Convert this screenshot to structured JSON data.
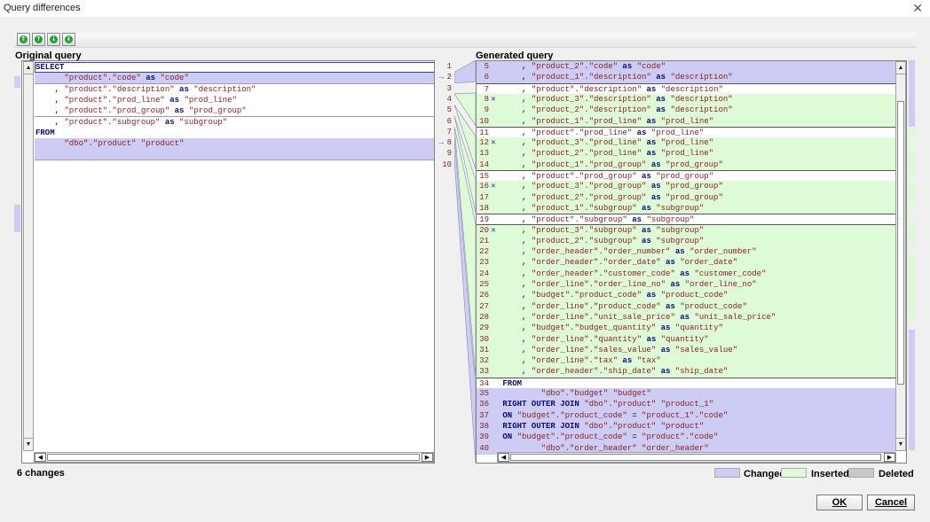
{
  "window": {
    "title": "Query differences",
    "close_glyph": "✕"
  },
  "toolbar": {
    "buttons": [
      {
        "name": "first-diff-button",
        "glyph": "⇑"
      },
      {
        "name": "prev-diff-button",
        "glyph": "↑"
      },
      {
        "name": "next-diff-button",
        "glyph": "↓"
      },
      {
        "name": "last-diff-button",
        "glyph": "⇓"
      }
    ]
  },
  "left": {
    "label": "Original query",
    "lines": [
      {
        "n": "1",
        "state": "same",
        "parts": [
          [
            "kw",
            "SELECT"
          ]
        ]
      },
      {
        "n": "2",
        "state": "changed",
        "arrow": "→",
        "parts": [
          [
            "t",
            "      "
          ],
          [
            "sq",
            "\"product\".\"code\""
          ],
          [
            "kw",
            " as "
          ],
          [
            "sq",
            "\"code\""
          ]
        ]
      },
      {
        "n": "3",
        "state": "same",
        "parts": [
          [
            "t",
            "    , "
          ],
          [
            "sq",
            "\"product\".\"description\""
          ],
          [
            "kw",
            " as "
          ],
          [
            "sq",
            "\"description\""
          ]
        ]
      },
      {
        "n": "4",
        "state": "same",
        "parts": [
          [
            "t",
            "    , "
          ],
          [
            "sq",
            "\"product\".\"prod_line\""
          ],
          [
            "kw",
            " as "
          ],
          [
            "sq",
            "\"prod_line\""
          ]
        ]
      },
      {
        "n": "5",
        "state": "same",
        "parts": [
          [
            "t",
            "    , "
          ],
          [
            "sq",
            "\"product\".\"prod_group\""
          ],
          [
            "kw",
            " as "
          ],
          [
            "sq",
            "\"prod_group\""
          ]
        ]
      },
      {
        "n": "6",
        "state": "same",
        "parts": [
          [
            "t",
            "    , "
          ],
          [
            "sq",
            "\"product\".\"subgroup\""
          ],
          [
            "kw",
            " as "
          ],
          [
            "sq",
            "\"subgroup\""
          ]
        ]
      },
      {
        "n": "7",
        "state": "same",
        "parts": [
          [
            "kw",
            "FROM"
          ]
        ]
      },
      {
        "n": "8",
        "state": "changed",
        "arrow": "→",
        "parts": [
          [
            "t",
            "      "
          ],
          [
            "sq",
            "\"dbo\".\"product\" \"product\""
          ]
        ]
      },
      {
        "n": "9",
        "state": "changed",
        "parts": []
      },
      {
        "n": "10",
        "state": "none",
        "parts": []
      }
    ]
  },
  "right": {
    "label": "Generated query",
    "lines": [
      {
        "n": "5",
        "state": "changed",
        "parts": [
          [
            "t",
            "    , "
          ],
          [
            "sq",
            "\"product_2\".\"code\""
          ],
          [
            "kw",
            " as "
          ],
          [
            "sq",
            "\"code\""
          ]
        ]
      },
      {
        "n": "6",
        "state": "changed",
        "parts": [
          [
            "t",
            "    , "
          ],
          [
            "sq",
            "\"product_1\".\"description\""
          ],
          [
            "kw",
            " as "
          ],
          [
            "sq",
            "\"description\""
          ]
        ]
      },
      {
        "n": "7",
        "state": "same",
        "parts": [
          [
            "t",
            "    , "
          ],
          [
            "sq",
            "\"product\".\"description\""
          ],
          [
            "kw",
            " as "
          ],
          [
            "sq",
            "\"description\""
          ]
        ]
      },
      {
        "n": "8",
        "x": "✕",
        "state": "inserted",
        "parts": [
          [
            "t",
            "    , "
          ],
          [
            "sq",
            "\"product_3\".\"description\""
          ],
          [
            "kw",
            " as "
          ],
          [
            "sq",
            "\"description\""
          ]
        ]
      },
      {
        "n": "9",
        "state": "inserted",
        "parts": [
          [
            "t",
            "    , "
          ],
          [
            "sq",
            "\"product_2\".\"description\""
          ],
          [
            "kw",
            " as "
          ],
          [
            "sq",
            "\"description\""
          ]
        ]
      },
      {
        "n": "10",
        "state": "inserted",
        "parts": [
          [
            "t",
            "    , "
          ],
          [
            "sq",
            "\"product_1\".\"prod_line\""
          ],
          [
            "kw",
            " as "
          ],
          [
            "sq",
            "\"prod_line\""
          ]
        ]
      },
      {
        "n": "11",
        "state": "same",
        "parts": [
          [
            "t",
            "    , "
          ],
          [
            "sq",
            "\"product\".\"prod_line\""
          ],
          [
            "kw",
            " as "
          ],
          [
            "sq",
            "\"prod_line\""
          ]
        ]
      },
      {
        "n": "12",
        "x": "✕",
        "state": "inserted",
        "parts": [
          [
            "t",
            "    , "
          ],
          [
            "sq",
            "\"product_3\".\"prod_line\""
          ],
          [
            "kw",
            " as "
          ],
          [
            "sq",
            "\"prod_line\""
          ]
        ]
      },
      {
        "n": "13",
        "state": "inserted",
        "parts": [
          [
            "t",
            "    , "
          ],
          [
            "sq",
            "\"product_2\".\"prod_line\""
          ],
          [
            "kw",
            " as "
          ],
          [
            "sq",
            "\"prod_line\""
          ]
        ]
      },
      {
        "n": "14",
        "state": "inserted",
        "parts": [
          [
            "t",
            "    , "
          ],
          [
            "sq",
            "\"product_1\".\"prod_group\""
          ],
          [
            "kw",
            " as "
          ],
          [
            "sq",
            "\"prod_group\""
          ]
        ]
      },
      {
        "n": "15",
        "state": "same",
        "parts": [
          [
            "t",
            "    , "
          ],
          [
            "sq",
            "\"product\".\"prod_group\""
          ],
          [
            "kw",
            " as "
          ],
          [
            "sq",
            "\"prod_group\""
          ]
        ]
      },
      {
        "n": "16",
        "x": "✕",
        "state": "inserted",
        "parts": [
          [
            "t",
            "    , "
          ],
          [
            "sq",
            "\"product_3\".\"prod_group\""
          ],
          [
            "kw",
            " as "
          ],
          [
            "sq",
            "\"prod_group\""
          ]
        ]
      },
      {
        "n": "17",
        "state": "inserted",
        "parts": [
          [
            "t",
            "    , "
          ],
          [
            "sq",
            "\"product_2\".\"prod_group\""
          ],
          [
            "kw",
            " as "
          ],
          [
            "sq",
            "\"prod_group\""
          ]
        ]
      },
      {
        "n": "18",
        "state": "inserted",
        "parts": [
          [
            "t",
            "    , "
          ],
          [
            "sq",
            "\"product_1\".\"subgroup\""
          ],
          [
            "kw",
            " as "
          ],
          [
            "sq",
            "\"subgroup\""
          ]
        ]
      },
      {
        "n": "19",
        "state": "same",
        "parts": [
          [
            "t",
            "    , "
          ],
          [
            "sq",
            "\"product\".\"subgroup\""
          ],
          [
            "kw",
            " as "
          ],
          [
            "sq",
            "\"subgroup\""
          ]
        ]
      },
      {
        "n": "20",
        "x": "✕",
        "state": "inserted",
        "parts": [
          [
            "t",
            "    , "
          ],
          [
            "sq",
            "\"product_3\".\"subgroup\""
          ],
          [
            "kw",
            " as "
          ],
          [
            "sq",
            "\"subgroup\""
          ]
        ]
      },
      {
        "n": "21",
        "state": "inserted",
        "parts": [
          [
            "t",
            "    , "
          ],
          [
            "sq",
            "\"product_2\".\"subgroup\""
          ],
          [
            "kw",
            " as "
          ],
          [
            "sq",
            "\"subgroup\""
          ]
        ]
      },
      {
        "n": "22",
        "state": "inserted",
        "parts": [
          [
            "t",
            "    , "
          ],
          [
            "sq",
            "\"order_header\".\"order_number\""
          ],
          [
            "kw",
            " as "
          ],
          [
            "sq",
            "\"order_number\""
          ]
        ]
      },
      {
        "n": "23",
        "state": "inserted",
        "parts": [
          [
            "t",
            "    , "
          ],
          [
            "sq",
            "\"order_header\".\"order_date\""
          ],
          [
            "kw",
            " as "
          ],
          [
            "sq",
            "\"order_date\""
          ]
        ]
      },
      {
        "n": "24",
        "state": "inserted",
        "parts": [
          [
            "t",
            "    , "
          ],
          [
            "sq",
            "\"order_header\".\"customer_code\""
          ],
          [
            "kw",
            " as "
          ],
          [
            "sq",
            "\"customer_code\""
          ]
        ]
      },
      {
        "n": "25",
        "state": "inserted",
        "parts": [
          [
            "t",
            "    , "
          ],
          [
            "sq",
            "\"order_line\".\"order_line_no\""
          ],
          [
            "kw",
            " as "
          ],
          [
            "sq",
            "\"order_line_no\""
          ]
        ]
      },
      {
        "n": "26",
        "state": "inserted",
        "parts": [
          [
            "t",
            "    , "
          ],
          [
            "sq",
            "\"budget\".\"product_code\""
          ],
          [
            "kw",
            " as "
          ],
          [
            "sq",
            "\"product_code\""
          ]
        ]
      },
      {
        "n": "27",
        "state": "inserted",
        "parts": [
          [
            "t",
            "    , "
          ],
          [
            "sq",
            "\"order_line\".\"product_code\""
          ],
          [
            "kw",
            " as "
          ],
          [
            "sq",
            "\"product_code\""
          ]
        ]
      },
      {
        "n": "28",
        "state": "inserted",
        "parts": [
          [
            "t",
            "    , "
          ],
          [
            "sq",
            "\"order_line\".\"unit_sale_price\""
          ],
          [
            "kw",
            " as "
          ],
          [
            "sq",
            "\"unit_sale_price\""
          ]
        ]
      },
      {
        "n": "29",
        "state": "inserted",
        "parts": [
          [
            "t",
            "    , "
          ],
          [
            "sq",
            "\"budget\".\"budget_quantity\""
          ],
          [
            "kw",
            " as "
          ],
          [
            "sq",
            "\"quantity\""
          ]
        ]
      },
      {
        "n": "30",
        "state": "inserted",
        "parts": [
          [
            "t",
            "    , "
          ],
          [
            "sq",
            "\"order_line\".\"quantity\""
          ],
          [
            "kw",
            " as "
          ],
          [
            "sq",
            "\"quantity\""
          ]
        ]
      },
      {
        "n": "31",
        "state": "inserted",
        "parts": [
          [
            "t",
            "    , "
          ],
          [
            "sq",
            "\"order_line\".\"sales_value\""
          ],
          [
            "kw",
            " as "
          ],
          [
            "sq",
            "\"sales_value\""
          ]
        ]
      },
      {
        "n": "32",
        "state": "inserted",
        "parts": [
          [
            "t",
            "    , "
          ],
          [
            "sq",
            "\"order_line\".\"tax\""
          ],
          [
            "kw",
            " as "
          ],
          [
            "sq",
            "\"tax\""
          ]
        ]
      },
      {
        "n": "33",
        "state": "inserted",
        "parts": [
          [
            "t",
            "    , "
          ],
          [
            "sq",
            "\"order_header\".\"ship_date\""
          ],
          [
            "kw",
            " as "
          ],
          [
            "sq",
            "\"ship_date\""
          ]
        ]
      },
      {
        "n": "34",
        "state": "same",
        "parts": [
          [
            "kw",
            "FROM"
          ]
        ]
      },
      {
        "n": "35",
        "state": "changed",
        "parts": [
          [
            "t",
            "        "
          ],
          [
            "sq",
            "\"dbo\".\"budget\" \"budget\""
          ]
        ]
      },
      {
        "n": "36",
        "state": "changed",
        "parts": [
          [
            "kw",
            "RIGHT OUTER JOIN "
          ],
          [
            "sq",
            "\"dbo\".\"product\" \"product_1\""
          ]
        ]
      },
      {
        "n": "37",
        "state": "changed",
        "parts": [
          [
            "kw",
            "ON "
          ],
          [
            "sq",
            "\"budget\".\"product_code\""
          ],
          [
            "t",
            " = "
          ],
          [
            "sq",
            "\"product_1\".\"code\""
          ]
        ]
      },
      {
        "n": "38",
        "state": "changed",
        "parts": [
          [
            "kw",
            "RIGHT OUTER JOIN "
          ],
          [
            "sq",
            "\"dbo\".\"product\" \"product\""
          ]
        ]
      },
      {
        "n": "39",
        "state": "changed",
        "parts": [
          [
            "kw",
            "ON "
          ],
          [
            "sq",
            "\"budget\".\"product_code\""
          ],
          [
            "t",
            " = "
          ],
          [
            "sq",
            "\"product\".\"code\""
          ]
        ]
      },
      {
        "n": "40",
        "state": "changed",
        "parts": [
          [
            "t",
            "        "
          ],
          [
            "sq",
            "\"dbo\".\"order_header\" \"order_header\""
          ]
        ]
      }
    ]
  },
  "status": {
    "changes": "6 changes"
  },
  "legend": [
    {
      "label": "Changed",
      "color": "#ccccf5"
    },
    {
      "label": "Inserted",
      "color": "#ddfbd6"
    },
    {
      "label": "Deleted",
      "color": "#c8c8c8"
    }
  ],
  "buttons": {
    "ok": "OK",
    "cancel": "Cancel"
  },
  "colors": {
    "changed": "#ccccf5",
    "inserted": "#ddfbd6",
    "same": "#ffffff",
    "keyword": "#0b0b80",
    "string": "#8a1d1d"
  },
  "scroll_markers": {
    "left": [
      {
        "from": 4,
        "to": 7,
        "state": "changed"
      },
      {
        "from": 37,
        "to": 44,
        "state": "changed"
      }
    ],
    "right": [
      {
        "from": 0,
        "to": 17,
        "state": "changed"
      },
      {
        "from": 17,
        "to": 20,
        "state": "inserted"
      },
      {
        "from": 22,
        "to": 30,
        "state": "inserted"
      },
      {
        "from": 31,
        "to": 38,
        "state": "inserted"
      },
      {
        "from": 40,
        "to": 48,
        "state": "inserted"
      },
      {
        "from": 50,
        "to": 67,
        "state": "inserted"
      },
      {
        "from": 69,
        "to": 100,
        "state": "changed"
      }
    ]
  }
}
